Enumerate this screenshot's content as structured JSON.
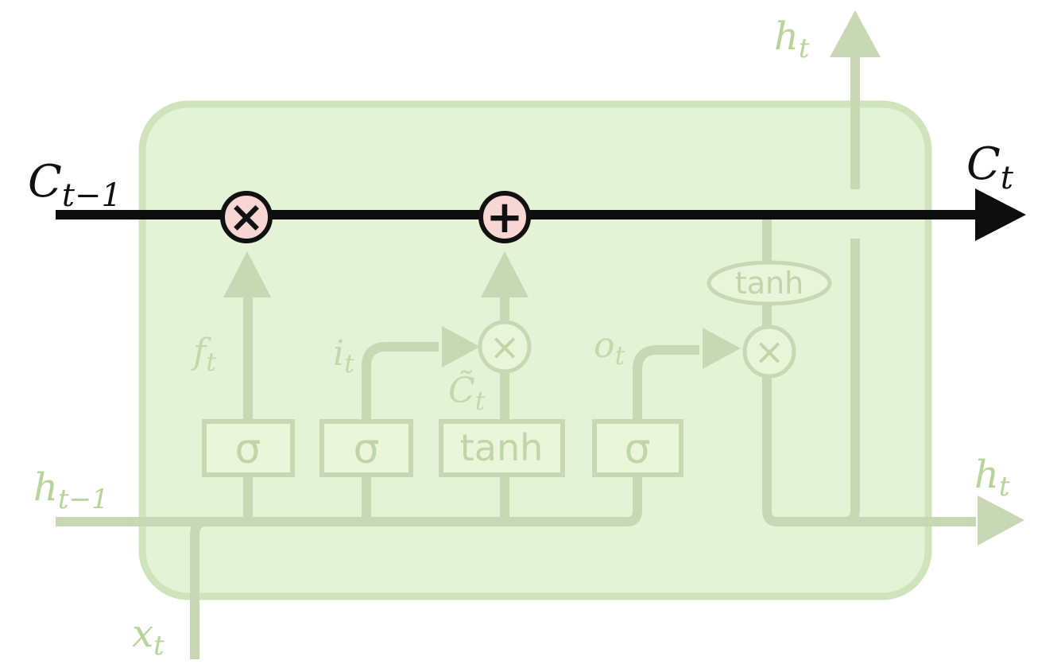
{
  "labels": {
    "c_prev": {
      "main": "C",
      "sub": "t−1"
    },
    "c_next": {
      "main": "C",
      "sub": "t"
    },
    "h_out_top": {
      "main": "h",
      "sub": "t"
    },
    "h_out_right": {
      "main": "h",
      "sub": "t"
    },
    "h_prev": {
      "main": "h",
      "sub": "t−1"
    },
    "x_input": {
      "main": "x",
      "sub": "t"
    },
    "forget_gate": {
      "main": "f",
      "sub": "t"
    },
    "input_gate": {
      "main": "i",
      "sub": "t"
    },
    "output_gate": {
      "main": "o",
      "sub": "t"
    },
    "candidate": {
      "main": "C̃",
      "sub": "t"
    }
  },
  "gates": {
    "forget": "σ",
    "input": "σ",
    "candidate": "tanh",
    "output": "σ",
    "output_activation": "tanh"
  },
  "operators": {
    "cell_multiply": "×",
    "cell_add": "+",
    "candidate_multiply": "×",
    "output_multiply": "×"
  },
  "colors": {
    "background": "#ffffff",
    "cell_fill": "#e4f2d5",
    "cell_border": "#cfe3bc",
    "faded_line": "#c9d8b4",
    "node_fill": "#eaf5da",
    "node_text": "#c2d4a8",
    "outer_label_green": "#b7d598",
    "inner_label_green": "#c6d7ad",
    "highlight_line": "#0d0d0d",
    "op_circle_fill": "#f8d6d3",
    "op_circle_border": "#111111"
  }
}
